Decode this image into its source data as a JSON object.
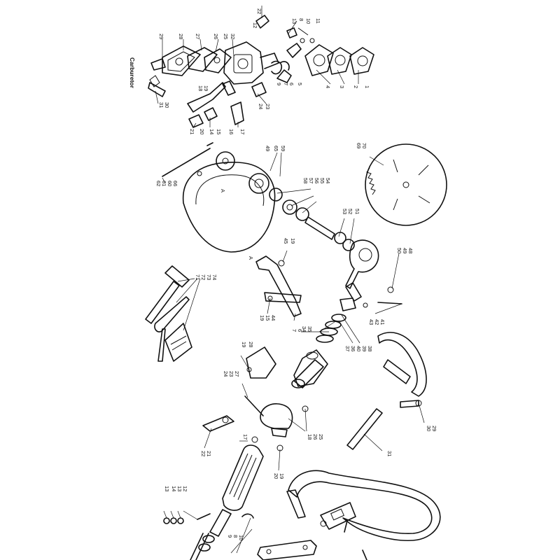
{
  "diagram": {
    "title": "Carburetor",
    "callouts": {
      "c1a": "1",
      "c2a": "2",
      "c3a": "3",
      "c4a": "4",
      "c5a": "5",
      "c6a": "6",
      "c7a": "7",
      "c8a": "8",
      "c9a": "9",
      "c10a": "10",
      "c11a": "11",
      "c12a": "12",
      "c13a": "13",
      "c14a": "14",
      "c15a": "15",
      "c16a": "16",
      "c17a": "17",
      "c18a": "18",
      "c19a": "19",
      "c20a": "20",
      "c21a": "21",
      "c22a": "22",
      "c23a": "23",
      "c24a": "24",
      "c25a": "25",
      "c26a": "26",
      "c27a": "27",
      "c28a": "28",
      "c29a": "29",
      "c30a": "30",
      "c31a": "31",
      "c32a": "32",
      "c49a": "49",
      "c65a": "65",
      "c59a": "59",
      "c66": "66",
      "c60": "60",
      "c61": "61",
      "c62": "62",
      "c69": "69",
      "c70": "70",
      "c54": "54",
      "c55": "55",
      "c56": "56",
      "c57": "57",
      "c58": "58",
      "c51": "51",
      "c52": "52",
      "c53": "53",
      "c19b": "19",
      "c45": "45",
      "c48": "48",
      "c49b": "49",
      "c50": "50",
      "c74": "74",
      "c73": "73",
      "c72": "72",
      "c71": "71",
      "c41": "41",
      "c42": "42",
      "c43": "43",
      "c44": "44",
      "c15b": "15",
      "c19c": "19",
      "c35": "35",
      "c34": "34",
      "c6b": "6",
      "c7b": "7",
      "c38": "38",
      "c39": "39",
      "c40": "40",
      "c36": "36",
      "c37": "37",
      "c28b": "28",
      "c19d": "19",
      "c27b": "27",
      "c23b": "23",
      "c24b": "24",
      "c29b": "29",
      "c30b": "30",
      "c25b": "25",
      "c26b": "26",
      "c18b": "18",
      "c17b": "17",
      "c21b": "21",
      "c22b": "22",
      "c19e": "19",
      "c20b": "20",
      "c31b": "31",
      "c12b": "12",
      "c13b": "13",
      "c14b": "14",
      "c13c": "13",
      "c10b": "10",
      "c8b": "8",
      "c9b": "9",
      "cA1": "A",
      "cA2": "A"
    }
  }
}
